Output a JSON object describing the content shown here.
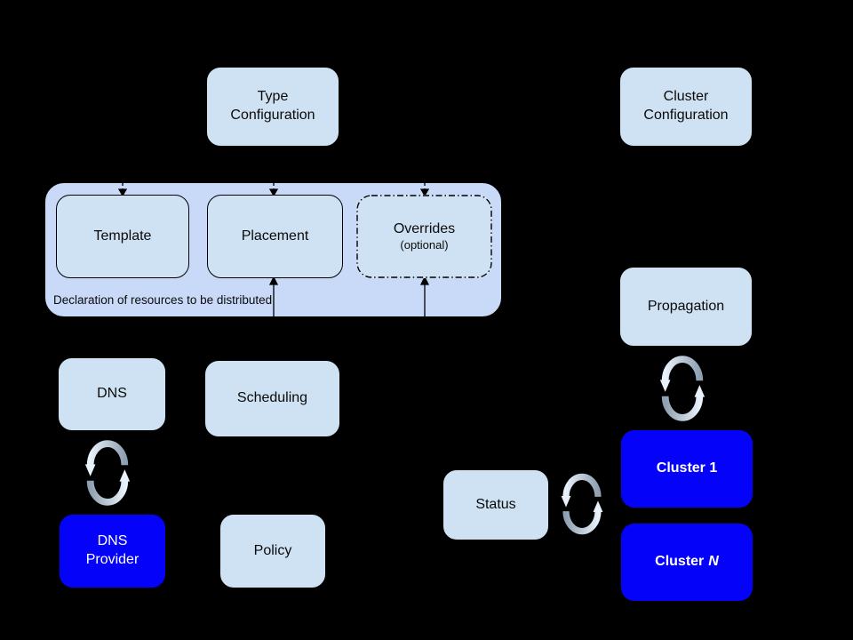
{
  "diagram": {
    "colors": {
      "background": "#000000",
      "light_box_fill": "#cfe2f3",
      "container_fill": "#c9daf8",
      "cluster_box_fill": "#0502fa",
      "box_border": "#000000",
      "dark_text": "#0a0a0a",
      "light_text": "#ffffff",
      "sync_arrow_light": "#e9f1fa",
      "sync_arrow_dark": "#8fa0b2"
    },
    "nodes": {
      "type_config": {
        "line1": "Type",
        "line2": "Configuration"
      },
      "cluster_config": {
        "line1": "Cluster",
        "line2": "Configuration"
      },
      "template": {
        "label": "Template"
      },
      "placement": {
        "label": "Placement"
      },
      "overrides": {
        "label": "Overrides",
        "sublabel": "(optional)"
      },
      "dns": {
        "label": "DNS"
      },
      "scheduling": {
        "label": "Scheduling"
      },
      "dns_provider": {
        "line1": "DNS",
        "line2": "Provider"
      },
      "policy": {
        "label": "Policy"
      },
      "propagation": {
        "label": "Propagation"
      },
      "status": {
        "label": "Status"
      },
      "cluster_1": {
        "label": "Cluster 1"
      },
      "cluster_n": {
        "prefix": "Cluster",
        "n": "N"
      }
    },
    "container": {
      "caption": "Declaration of resources to be distributed"
    },
    "icons": {
      "sync_dns_provider": "sync-icon",
      "sync_propagation_cluster": "sync-icon",
      "sync_status_cluster": "sync-icon"
    }
  }
}
